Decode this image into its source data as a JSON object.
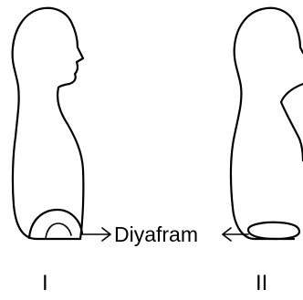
{
  "diagram": {
    "center_label": "Diyafram",
    "figures": [
      {
        "label": "I",
        "diaphragm_state": "dome"
      },
      {
        "label": "II",
        "diaphragm_state": "flat"
      }
    ]
  }
}
